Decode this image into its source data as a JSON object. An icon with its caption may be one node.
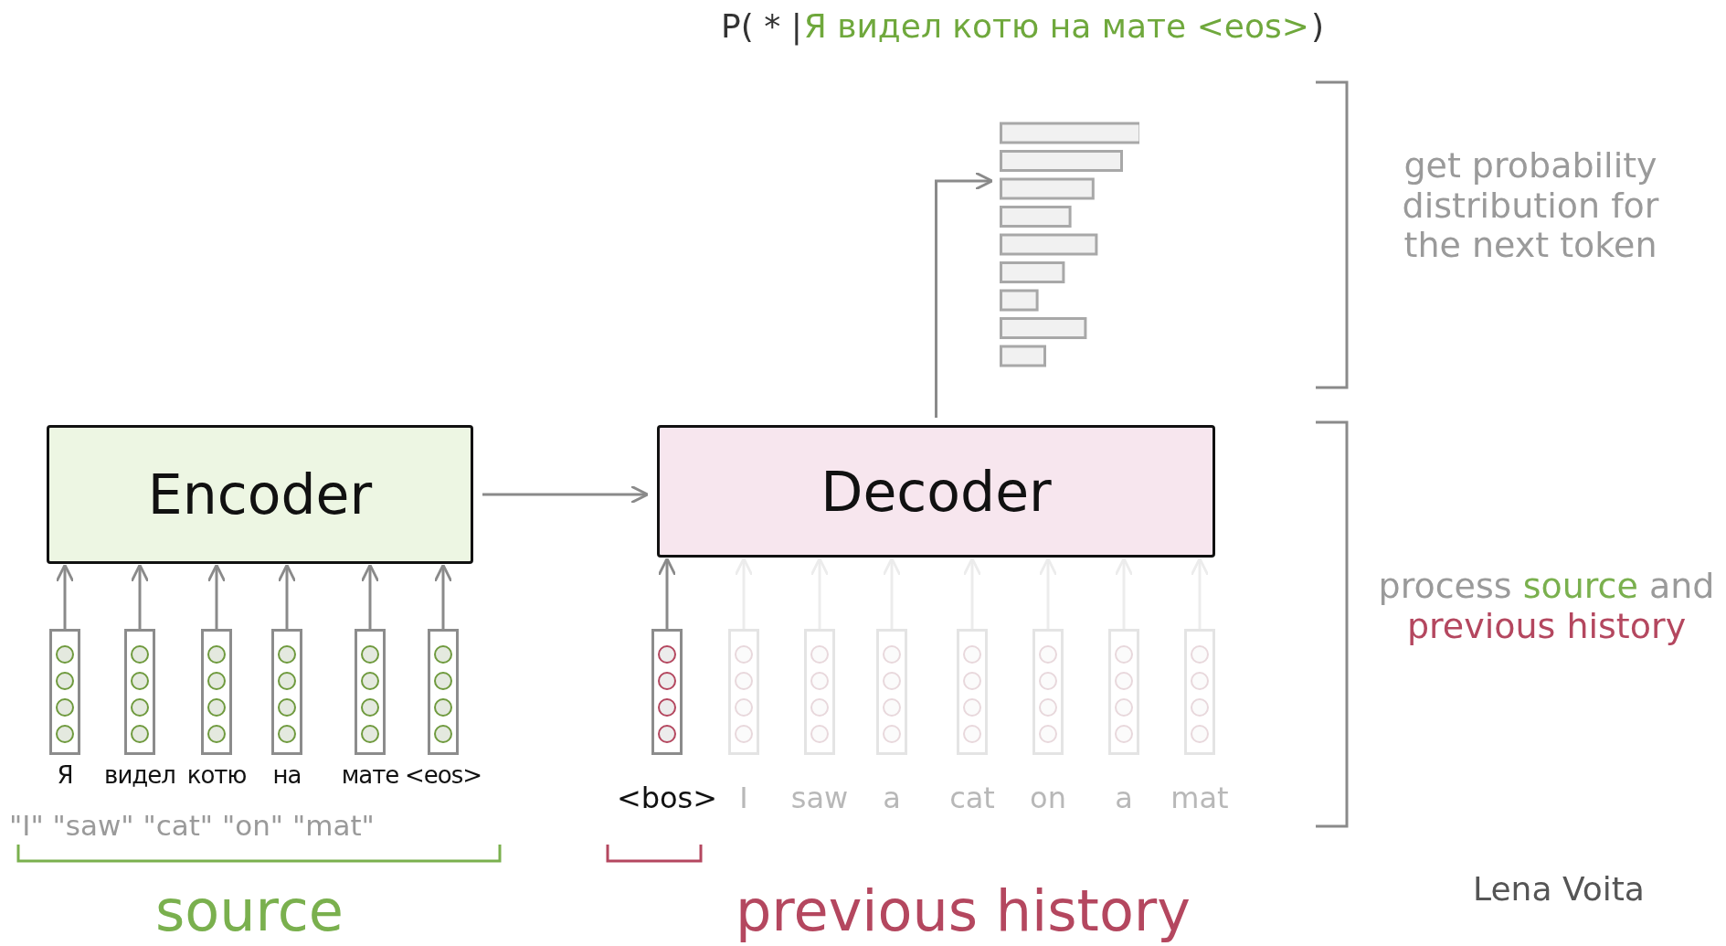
{
  "diagram": {
    "nodes": [
      {
        "text": [
          "Encoder"
        ]
      },
      {
        "text": [
          "Decoder"
        ]
      },
      {
        "text": [],
        "shape": "bar"
      },
      {
        "text": [],
        "shape": "box",
        "beside": [
          "Я"
        ]
      },
      {
        "text": [],
        "shape": "box",
        "beside": [
          "видел"
        ]
      },
      {
        "text": [],
        "shape": "box",
        "beside": [
          "котю"
        ]
      },
      {
        "text": [],
        "shape": "box",
        "beside": [
          "на"
        ]
      },
      {
        "text": [],
        "shape": "box",
        "beside": [
          "мате"
        ]
      },
      {
        "text": [],
        "shape": "box",
        "beside": [
          "<eos>"
        ]
      },
      {
        "text": [],
        "shape": "box",
        "beside": [
          "<bos>"
        ]
      },
      {
        "text": [],
        "shape": "box",
        "beside": [
          "I"
        ]
      },
      {
        "text": [],
        "shape": "box",
        "beside": [
          "saw"
        ]
      },
      {
        "text": [],
        "shape": "box",
        "beside": [
          "a"
        ]
      },
      {
        "text": [],
        "shape": "box",
        "beside": [
          "cat"
        ]
      },
      {
        "text": [],
        "shape": "box",
        "beside": [
          "on"
        ]
      },
      {
        "text": [],
        "shape": "box",
        "beside": [
          "a"
        ]
      },
      {
        "text": [],
        "shape": "box",
        "beside": [
          "mat"
        ]
      }
    ],
    "edges": [
      {
        "from": 3,
        "to": 0,
        "arrow": "to"
      },
      {
        "from": 4,
        "to": 0,
        "arrow": "to"
      },
      {
        "from": 5,
        "to": 0,
        "arrow": "to"
      },
      {
        "from": 6,
        "to": 0,
        "arrow": "to"
      },
      {
        "from": 7,
        "to": 0,
        "arrow": "to"
      },
      {
        "from": 8,
        "to": 0,
        "arrow": "to"
      },
      {
        "from": 0,
        "to": 1,
        "arrow": "to"
      },
      {
        "from": 9,
        "to": 1,
        "arrow": "to"
      },
      {
        "from": 10,
        "to": 1,
        "arrow": "to",
        "color": "#ececec"
      },
      {
        "from": 11,
        "to": 1,
        "arrow": "to",
        "color": "#ececec"
      },
      {
        "from": 12,
        "to": 1,
        "arrow": "to",
        "color": "#ececec"
      },
      {
        "from": 13,
        "to": 1,
        "arrow": "to",
        "color": "#ececec"
      },
      {
        "from": 14,
        "to": 1,
        "arrow": "to",
        "color": "#ececec"
      },
      {
        "from": 15,
        "to": 1,
        "arrow": "to",
        "color": "#ececec"
      },
      {
        "from": 16,
        "to": 1,
        "arrow": "to",
        "color": "#ececec"
      },
      {
        "from": 1,
        "to": 2,
        "arrow": "to"
      }
    ],
    "labels": [
      "P( * |",
      "Я видел котю на мате <eos>",
      ")",
      "get probability distribution for the next token",
      "process source and previous history",
      "\"I\" \"saw\" \"cat\" \"on\" \"mat\"",
      "source",
      "previous history",
      "Lena Voita"
    ]
  }
}
